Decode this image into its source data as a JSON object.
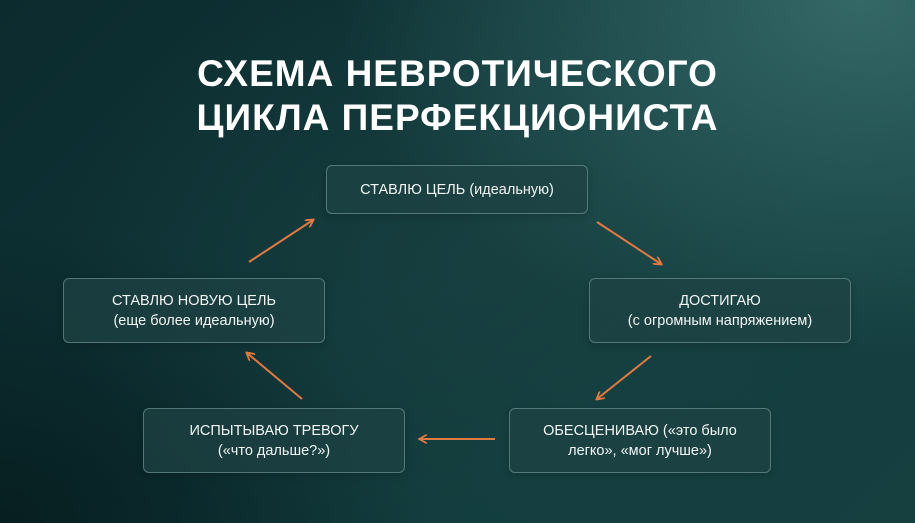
{
  "title": {
    "line1": "СХЕМА НЕВРОТИЧЕСКОГО",
    "line2": "ЦИКЛА ПЕРФЕКЦИОНИСТА"
  },
  "nodes": {
    "set_goal": {
      "line1": "СТАВЛЮ ЦЕЛЬ (идеальную)"
    },
    "achieve": {
      "line1": "ДОСТИГАЮ",
      "line2": "(с огромным напряжением)"
    },
    "devalue": {
      "line1": "ОБЕСЦЕНИВАЮ («это было",
      "line2": "легко», «мог лучше»)"
    },
    "anxiety": {
      "line1": "ИСПЫТЫВАЮ ТРЕВОГУ",
      "line2": "(«что дальше?»)"
    },
    "new_goal": {
      "line1": "СТАВЛЮ НОВУЮ ЦЕЛЬ",
      "line2": "(еще более идеальную)"
    }
  },
  "colors": {
    "arrow": "#e07a42",
    "box_border": "#96bebc",
    "text": "#ffffff"
  }
}
